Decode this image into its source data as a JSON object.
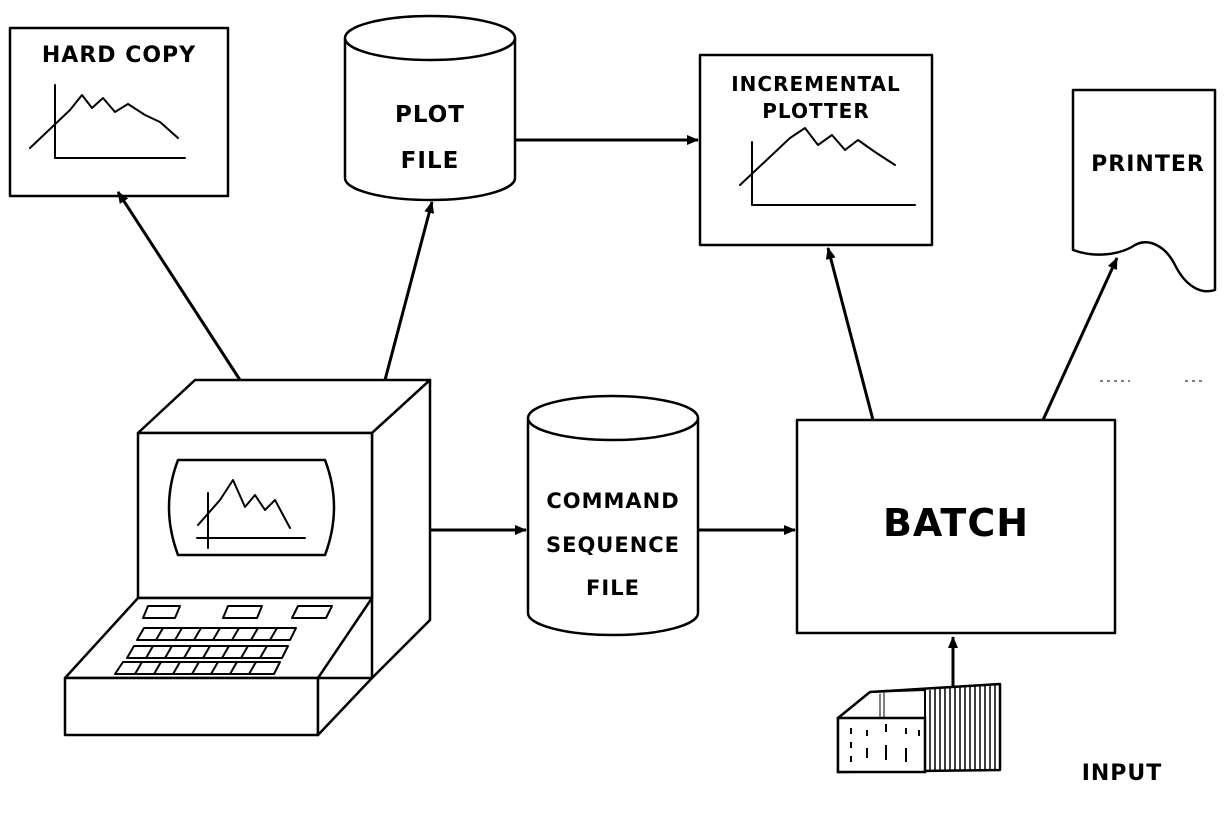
{
  "nodes": {
    "hard_copy": {
      "label": "HARD COPY"
    },
    "plot_file": {
      "label_line1": "PLOT",
      "label_line2": "FILE"
    },
    "incremental_plotter": {
      "label_line1": "INCREMENTAL",
      "label_line2": "PLOTTER"
    },
    "printer": {
      "label": "PRINTER"
    },
    "command_sequence_file": {
      "label_line1": "COMMAND",
      "label_line2": "SEQUENCE",
      "label_line3": "FILE"
    },
    "batch": {
      "label": "BATCH"
    },
    "input": {
      "label": "INPUT"
    }
  },
  "colors": {
    "ink": "#000000",
    "paper": "#ffffff"
  }
}
